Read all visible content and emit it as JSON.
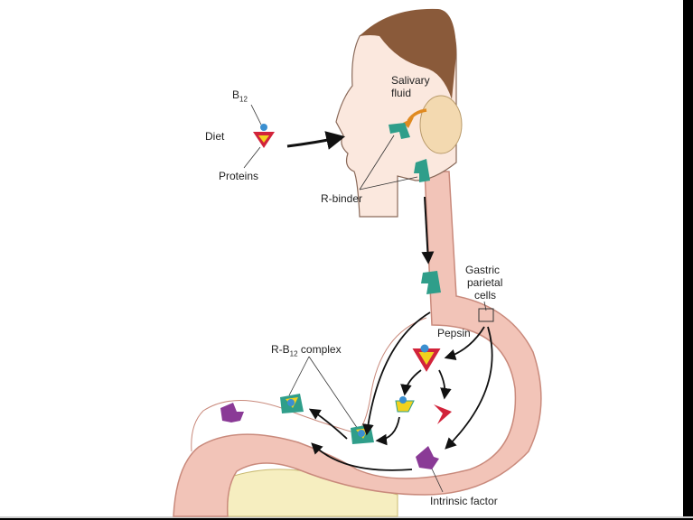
{
  "labels": {
    "b12_prefix": "B",
    "b12_sub": "12",
    "diet": "Diet",
    "proteins": "Proteins",
    "salivary_line1": "Salivary",
    "salivary_line2": "fluid",
    "r_binder": "R-binder",
    "gastric_line1": "Gastric",
    "gastric_line2": "parietal",
    "gastric_line3": "cells",
    "pepsin": "Pepsin",
    "r_b12_prefix": "R-B",
    "r_b12_sub": "12",
    "r_b12_suffix": " complex",
    "intrinsic_factor": "Intrinsic factor"
  },
  "colors": {
    "tract_fill": "#f2c4b8",
    "tract_stroke": "#c98a7c",
    "skin": "#fbe8de",
    "hair": "#8a5a3a",
    "gland": "#f3d9b0",
    "r_binder": "#2f9e8a",
    "b12": "#3b8fd0",
    "protein_red": "#d2233a",
    "protein_yellow": "#f2d21e",
    "intrinsic_factor": "#8a3a96",
    "orange_arrow": "#e08a20",
    "pancreas": "#f6eec0"
  }
}
